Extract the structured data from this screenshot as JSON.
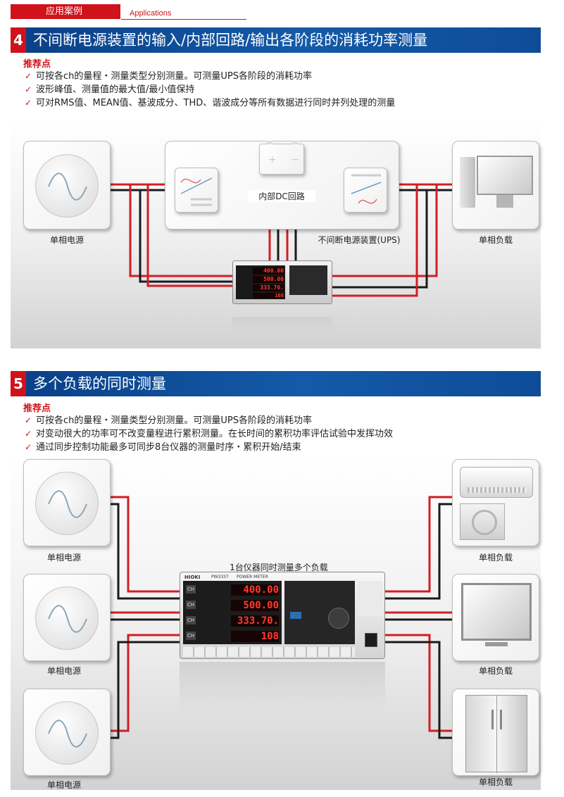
{
  "header": {
    "category_cn": "应用案例",
    "category_en": "Applications"
  },
  "sections": [
    {
      "number": "4",
      "title": "不间断电源装置的输入/内部回路/输出各阶段的消耗功率测量",
      "key_points_label": "推荐点",
      "points": [
        "可按各ch的量程・测量类型分别测量。可测量UPS各阶段的消耗功率",
        "波形峰值、测量值的最大值/最小值保持",
        "可对RMS值、MEAN值、基波成分、THD、谐波成分等所有数据进行同时并列处理的测量"
      ],
      "labels": {
        "source": "单相电源",
        "internal": "内部DC回路",
        "ups": "不间断电源装置(UPS)",
        "load": "单相负载"
      }
    },
    {
      "number": "5",
      "title": "多个负载的同时测量",
      "key_points_label": "推荐点",
      "points": [
        "可按各ch的量程・测量类型分别测量。可测量UPS各阶段的消耗功率",
        "对变动很大的功率可不改变量程进行累积测量。在长时间的累积功率评估试验中发挥功效",
        "通过同步控制功能最多可同步8台仪器的测量时序・累积开始/结束"
      ],
      "labels": {
        "sources": [
          "单相电源",
          "单相电源",
          "单相电源"
        ],
        "loads": [
          "单相负载",
          "单相负载",
          "单相负载"
        ],
        "meter_caption": "1台仪器同时测量多个负载"
      }
    }
  ],
  "meter": {
    "brand": "HIOKI",
    "model": "PW3337",
    "name": "POWER METER",
    "readings": [
      "400.00",
      "500.00",
      "333.70.",
      "108"
    ]
  },
  "colors": {
    "accent": "#d0121b",
    "title_bar": "#0e4c98",
    "wire_red": "#d21d24",
    "wire_black": "#1a1a1a"
  }
}
